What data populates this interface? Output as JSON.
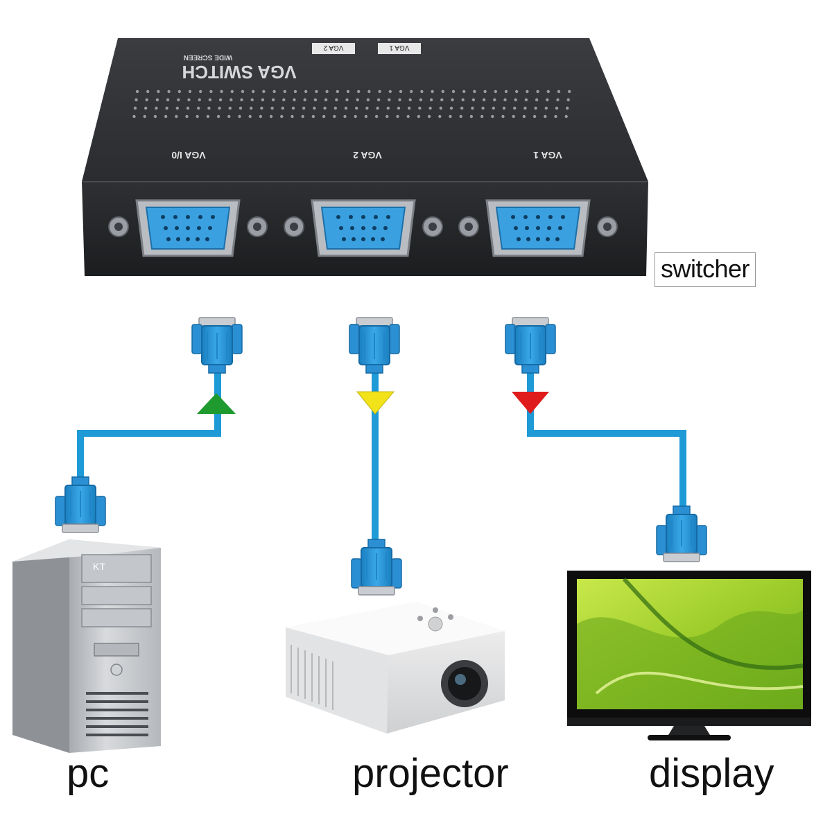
{
  "switch": {
    "brand_title": "VGA SWITCH",
    "brand_subtitle": "WIDE SCREEN",
    "top_port_labels": [
      "VGA 2",
      "VGA 1"
    ],
    "front_port_labels": [
      "VGA I/0",
      "VGA 2",
      "VGA 1"
    ]
  },
  "labels": {
    "switcher": "switcher",
    "pc": "pc",
    "projector": "projector",
    "display": "display"
  },
  "pc_case_text": "KT",
  "colors": {
    "cable": "#1e9ad6",
    "connector": "#2196d8",
    "arrow_pc": "#1f9a2f",
    "arrow_projector": "#f2e21a",
    "arrow_display": "#e01b1b",
    "switch_body": "#26282b"
  },
  "icons": [
    "vga-connector-icon",
    "triangle-arrow-icon",
    "pc-tower-icon",
    "projector-icon",
    "monitor-icon"
  ]
}
